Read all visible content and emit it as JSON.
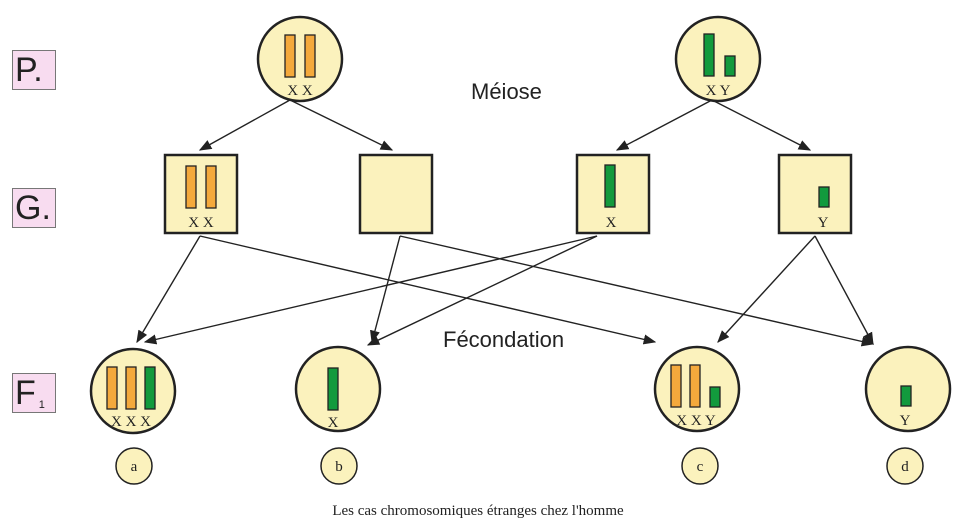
{
  "generations": {
    "parents": "P.",
    "gametes": "G.",
    "offspring_letter": "F",
    "offspring_sub": "1"
  },
  "labels": {
    "meiosis": "Méiose",
    "fertilization": "Fécondation"
  },
  "parents": {
    "female": "X X",
    "male": "X Y"
  },
  "gametes": {
    "egg_xx": "X X",
    "egg_empty": "",
    "sperm_x": "X",
    "sperm_y": "Y"
  },
  "offspring": [
    {
      "chromosomes": "X X X",
      "letter": "a"
    },
    {
      "chromosomes": "X",
      "letter": "b"
    },
    {
      "chromosomes": "X X Y",
      "letter": "c"
    },
    {
      "chromosomes": "Y",
      "letter": "d"
    }
  ],
  "caption": "Les cas chromosomiques étranges chez l'homme",
  "colors": {
    "cell_fill": "#fbf2bd",
    "x_chromosome": "#f4a93c",
    "y_chromosome": "#129a3d",
    "label_box": "#f8dcf0"
  }
}
